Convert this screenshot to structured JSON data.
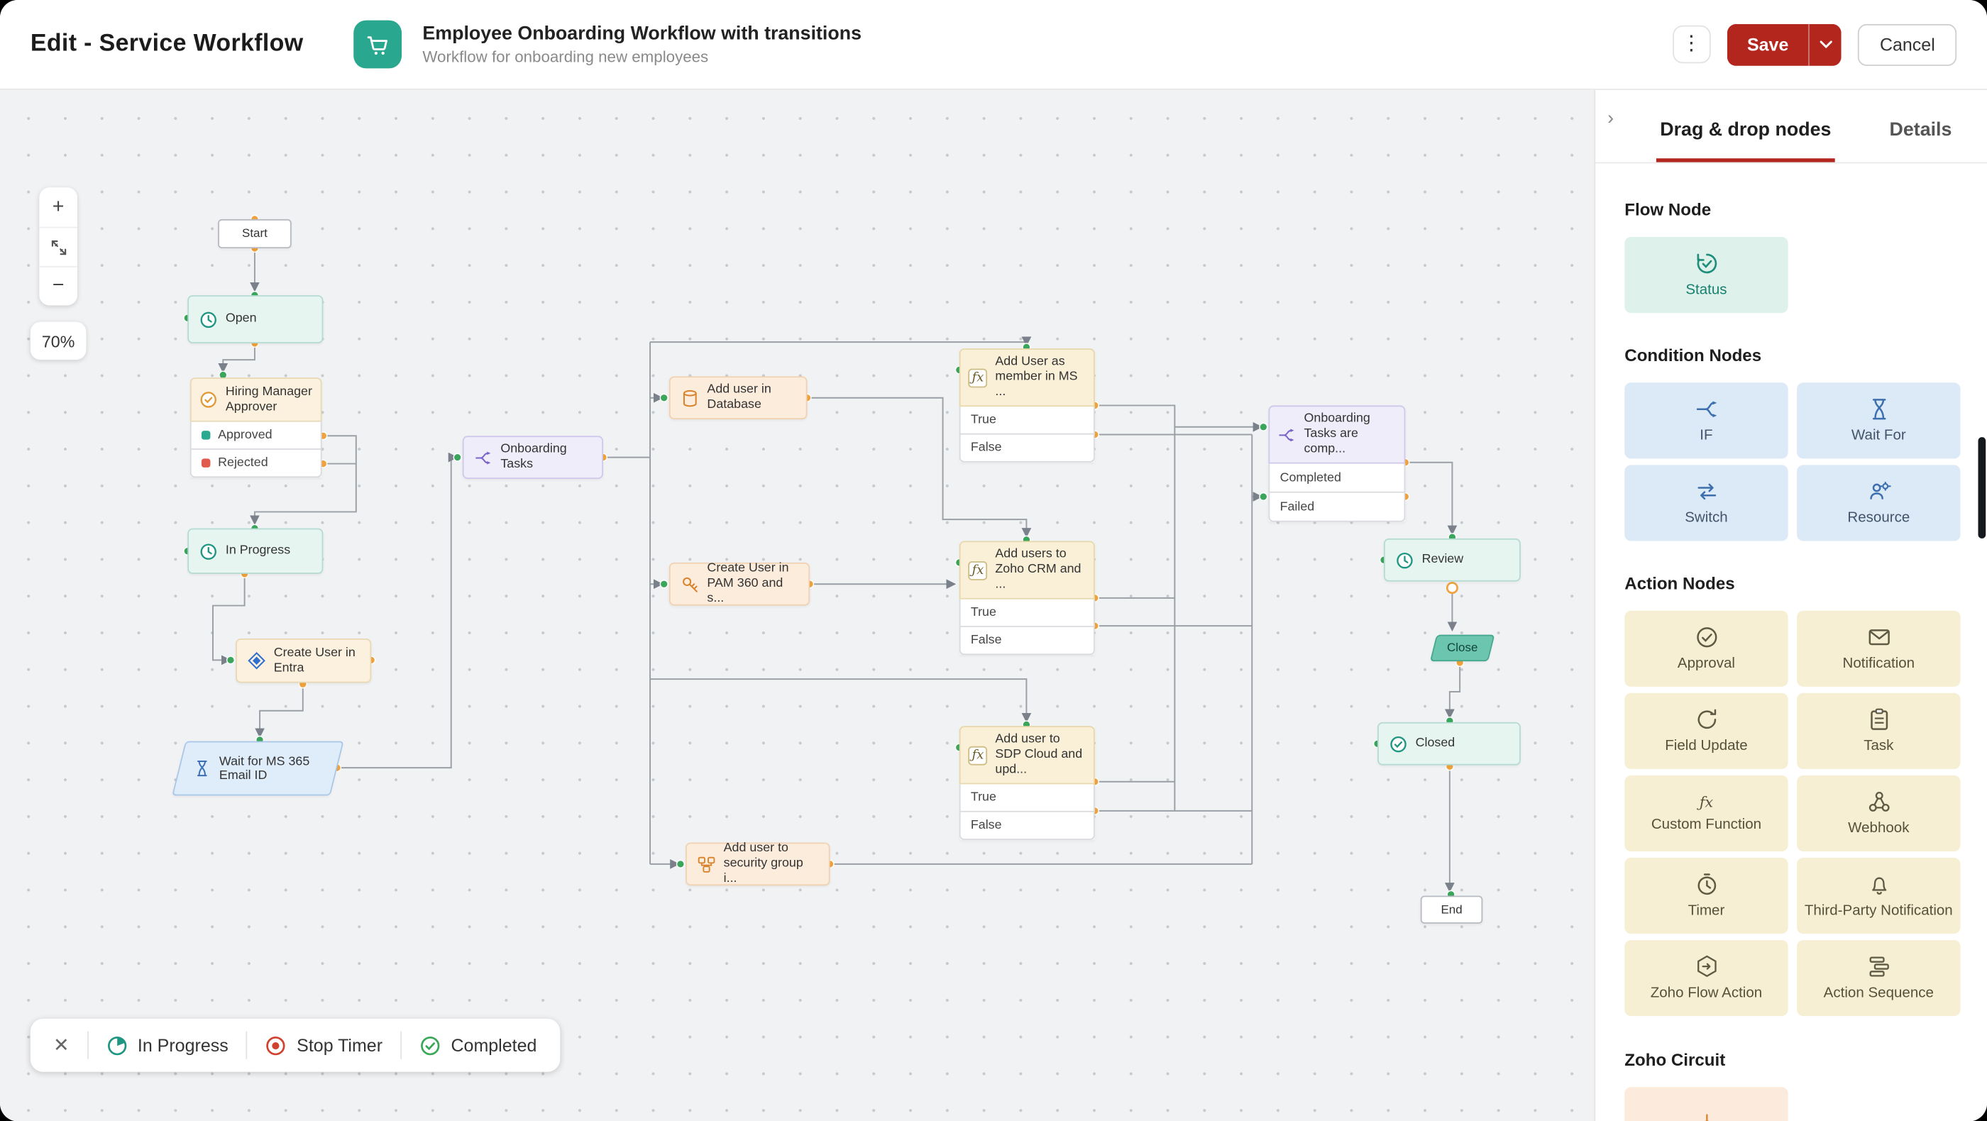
{
  "colors": {
    "accent_red": "#b3261e",
    "brand_teal": "#2aa78f",
    "edge_gray": "#9aa0a6",
    "port_orange": "#f0a23c",
    "port_green": "#3ba55c",
    "status_bg": "#e7f5f1",
    "status_border": "#b4dbd2",
    "approver_bg": "#fbf1de",
    "approver_border": "#e8d8b4",
    "action_node_bg": "#fcecdc",
    "action_node_border": "#f0d2b2",
    "lavender_bg": "#efedf9",
    "lavender_border": "#cfc8ec",
    "wait_bg": "#dfecfa",
    "wait_border": "#a9c6e8",
    "fx_bg": "#faf0d7",
    "fx_border": "#e6d8aa",
    "close_bg": "#6cc5af",
    "panel_condition_bg": "#dce9f7",
    "panel_action_bg": "#f6efd3",
    "panel_flow_bg": "#def1ea"
  },
  "icons": {
    "kebab": "⋮",
    "plus": "+",
    "minus": "−",
    "close": "✕",
    "chevron_right": "›",
    "fx": "ƒx"
  },
  "header": {
    "page_title": "Edit - Service Workflow",
    "workflow_title": "Employee Onboarding Workflow with transitions",
    "workflow_subtitle": "Workflow for onboarding new employees",
    "save_label": "Save",
    "cancel_label": "Cancel"
  },
  "canvas": {
    "zoom_level": "70%",
    "legend": {
      "in_progress": "In Progress",
      "stop_timer": "Stop Timer",
      "completed": "Completed"
    },
    "nodes": {
      "start": "Start",
      "open": "Open",
      "approver": "Hiring Manager Approver",
      "approved": "Approved",
      "rejected": "Rejected",
      "in_progress": "In Progress",
      "create_entra": "Create User in Entra",
      "wait_ms365": "Wait for MS 365 Email ID",
      "onboarding_tasks": "Onboarding Tasks",
      "add_user_db": "Add user in Database",
      "create_pam": "Create User in PAM 360 and s...",
      "fx_ms": "Add User as member in MS ...",
      "fx_crm": "Add users to Zoho CRM and ...",
      "fx_sdp": "Add user to SDP Cloud and upd...",
      "security_group": "Add user to security group i...",
      "onboarding_complete": "Onboarding Tasks are comp...",
      "completed": "Completed",
      "failed": "Failed",
      "true_label": "True",
      "false_label": "False",
      "review": "Review",
      "close": "Close",
      "closed": "Closed",
      "end": "End"
    }
  },
  "panel": {
    "tabs": [
      {
        "label": "Drag & drop nodes"
      },
      {
        "label": "Details"
      }
    ],
    "sections": {
      "flow_node": "Flow Node",
      "condition_nodes": "Condition Nodes",
      "action_nodes": "Action Nodes",
      "zoho_circuit": "Zoho Circuit"
    },
    "flow_cards": [
      {
        "label": "Status"
      }
    ],
    "condition_cards": [
      {
        "label": "IF"
      },
      {
        "label": "Wait For"
      },
      {
        "label": "Switch"
      },
      {
        "label": "Resource"
      }
    ],
    "action_cards": [
      {
        "label": "Approval"
      },
      {
        "label": "Notification"
      },
      {
        "label": "Field Update"
      },
      {
        "label": "Task"
      },
      {
        "label": "Custom Function"
      },
      {
        "label": "Webhook"
      },
      {
        "label": "Timer"
      },
      {
        "label": "Third-Party Notification"
      },
      {
        "label": "Zoho Flow Action"
      },
      {
        "label": "Action Sequence"
      }
    ]
  }
}
